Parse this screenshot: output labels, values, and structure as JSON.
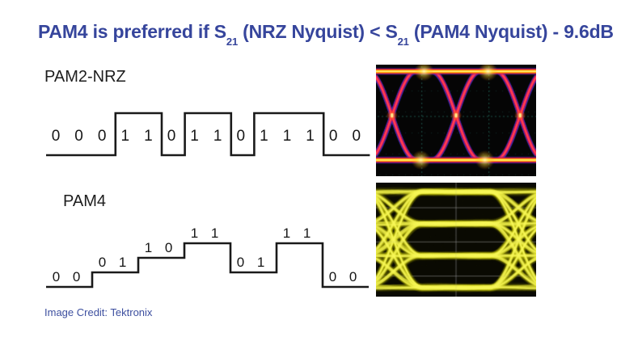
{
  "title": {
    "part1": "PAM4 is preferred if S",
    "sub1": "21",
    "part2": " (NRZ Nyquist) < S",
    "sub2": "21",
    "part3": " (PAM4 Nyquist) - 9.6dB"
  },
  "nrz": {
    "label": "PAM2-NRZ",
    "bits": [
      "0",
      "0",
      "0",
      "1",
      "1",
      "0",
      "1",
      "1",
      "0",
      "1",
      "1",
      "1",
      "0",
      "0"
    ]
  },
  "pam4": {
    "label": "PAM4",
    "symbols": [
      {
        "bits": [
          "0",
          "0"
        ],
        "level": 0
      },
      {
        "bits": [
          "0",
          "1"
        ],
        "level": 1
      },
      {
        "bits": [
          "1",
          "0"
        ],
        "level": 2
      },
      {
        "bits": [
          "1",
          "1"
        ],
        "level": 3
      },
      {
        "bits": [
          "0",
          "1"
        ],
        "level": 1
      },
      {
        "bits": [
          "1",
          "1"
        ],
        "level": 3
      },
      {
        "bits": [
          "0",
          "0"
        ],
        "level": 0
      }
    ]
  },
  "credit": "Image Credit: Tektronix",
  "colors": {
    "title": "#36459c",
    "credit": "#3d4f9f",
    "waveform": "#1a1a1a",
    "label_text": "#1d1d1d"
  },
  "eyes": {
    "nrz": {
      "name": "nrz-eye-diagram",
      "bg": "#050505",
      "grid": "#2a7a6c",
      "glow": "#4334cc",
      "trace": "#e0104a",
      "traceHot": "#ff4455",
      "orange": "#ff8400",
      "rail": "#ffe000",
      "hot": "#fff7b8"
    },
    "pam4": {
      "name": "pam4-eye-diagram",
      "bg": "#0a0a02",
      "grid": "#9a9a9a",
      "traceDim": "rgba(140,140,0,1)",
      "traceMid": "rgba(205,205,25,1)",
      "traceHot": "rgba(248,248,90,1)"
    }
  }
}
